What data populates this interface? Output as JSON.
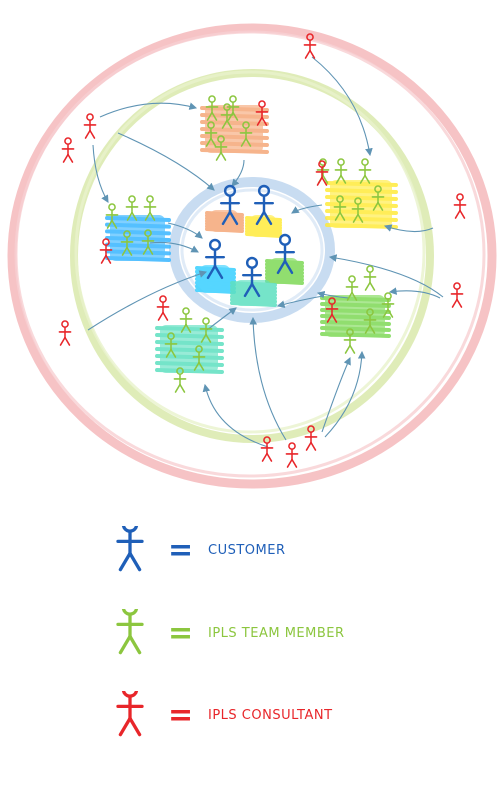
{
  "colors": {
    "customer": "#1f5fb8",
    "team": "#8cc63f",
    "consultant": "#e8262a",
    "outer_ring": "#f2a0a4",
    "middle_ring": "#d4e6a0",
    "inner_ring": "#a9c8ea",
    "arrow": "#5f94b4"
  },
  "legend": [
    {
      "key": "customer",
      "equals": "=",
      "label": "CUSTOMER",
      "icon": "stick-figure-icon"
    },
    {
      "key": "team",
      "equals": "=",
      "label": "IPLS TEAM MEMBER",
      "icon": "stick-figure-icon"
    },
    {
      "key": "consultant",
      "equals": "=",
      "label": "IPLS CONSULTANT",
      "icon": "stick-figure-icon"
    }
  ]
}
